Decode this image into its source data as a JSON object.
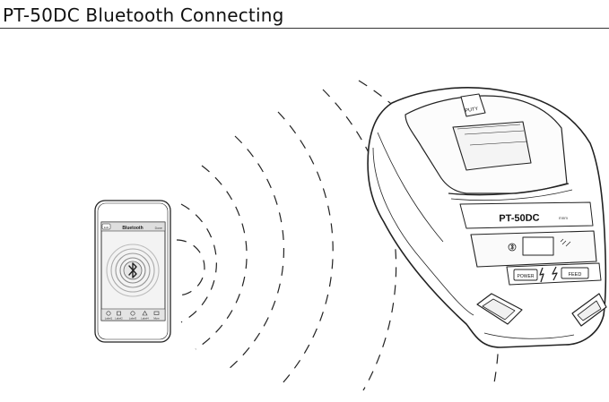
{
  "title": "PT-50DC Bluetooth Connecting",
  "phone": {
    "screen_title": "Bluetooth",
    "status_left": "Edit",
    "status_right": "Done",
    "bluetooth_icon": "bluetooth-icon",
    "tabs": [
      "Label1",
      "Label2",
      "Label3",
      "Label4",
      "More"
    ]
  },
  "printer": {
    "model_label": "PT-50DC",
    "brand_logo_text": "PUTY",
    "power_button_label": "POWER",
    "feed_button_label": "FEED",
    "brand_small": "mnm"
  },
  "colors": {
    "line": "#222222",
    "background": "#ffffff"
  }
}
